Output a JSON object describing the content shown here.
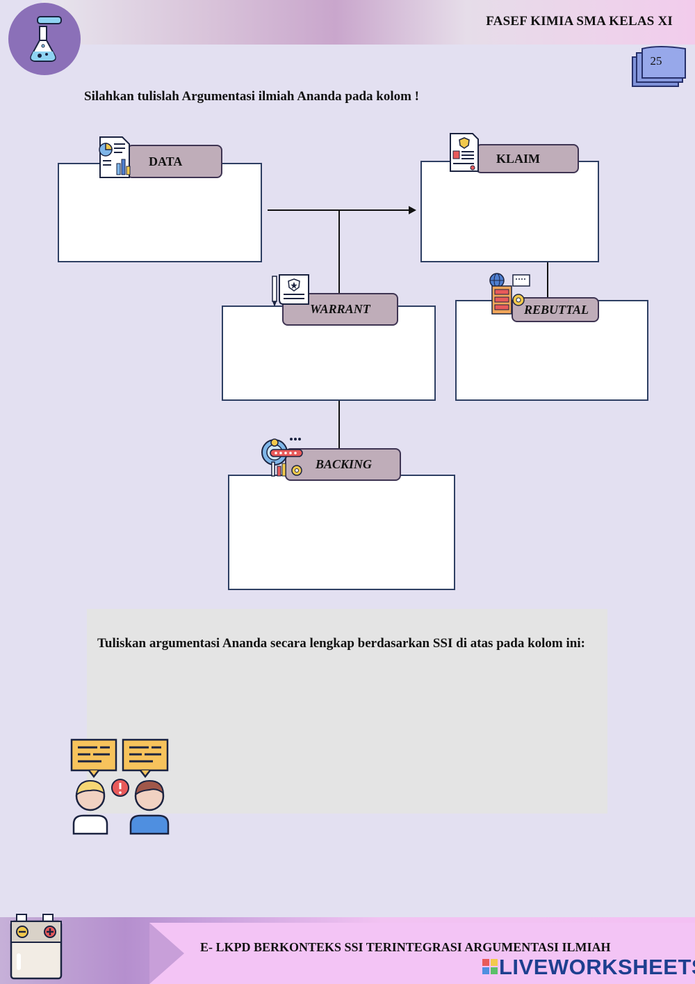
{
  "header": {
    "title": "FASEF KIMIA  SMA KELAS XI",
    "page_number": "25"
  },
  "instruction": "Silahkan tulislah Argumentasi ilmiah Ananda pada kolom !",
  "argument_boxes": {
    "data": {
      "label": "DATA",
      "icon": "report-chart-icon"
    },
    "klaim": {
      "label": "KLAIM",
      "icon": "certificate-document-icon"
    },
    "warrant": {
      "label": "WARRANT",
      "icon": "contract-pen-icon"
    },
    "rebuttal": {
      "label": "REBUTTAL",
      "icon": "server-globe-icon"
    },
    "backing": {
      "label": "BACKING",
      "icon": "search-analytics-icon"
    }
  },
  "full_argument": {
    "prompt": "Tuliskan argumentasi Ananda secara lengkap berdasarkan SSI di atas pada kolom ini:",
    "illustration_icon": "debate-people-icon"
  },
  "footer": {
    "title": "E- LKPD BERKONTEKS SSI TERINTEGRASI ARGUMENTASI ILMIAH",
    "brand": "LIVEWORKSHEETS"
  },
  "colors": {
    "page_bg": "#e3e0f1",
    "tag_bg": "#bfadb9",
    "box_border": "#2e3f63",
    "logo_circle": "#8b70b8",
    "brand_blue": "#1e3f8f"
  }
}
